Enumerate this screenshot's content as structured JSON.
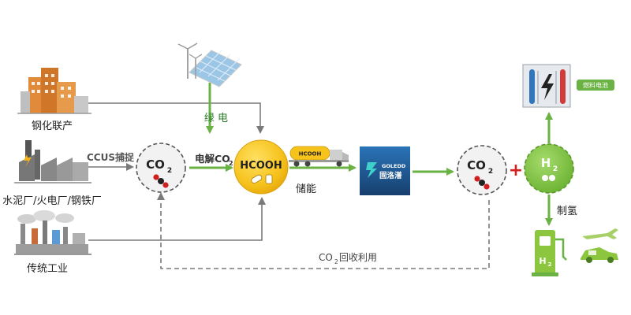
{
  "sources": {
    "steel_chem": "钢化联产",
    "cement_power_steel": "水泥厂/火电厂/钢铁厂",
    "traditional_industry": "传统工业"
  },
  "flow": {
    "ccus_capture": "CCUS捕捉",
    "green_power": "绿  电",
    "electrolysis_prefix": "电解CO",
    "electrolysis_sub": "2",
    "energy_storage": "储能",
    "recycle_prefix": "CO",
    "recycle_sub": "2",
    "recycle_suffix": "回收利用",
    "hydrogen_production": "制氢"
  },
  "nodes": {
    "co2_left_main": "CO",
    "co2_left_sub": "2",
    "hcooh": "HCOOH",
    "truck_label": "HCOOH",
    "co2_right_main": "CO",
    "co2_right_sub": "2",
    "plus": "+",
    "h2_main": "H",
    "h2_sub": "2",
    "pump_h2_main": "H",
    "pump_h2_sub": "2"
  },
  "brand": {
    "name_en": "GOLEDD",
    "name_cn": "固洛潽"
  },
  "fuel_cell": {
    "label": "燃料电池"
  },
  "colors": {
    "green_arrow": "#6ab243",
    "gray_line": "#7a7a7a",
    "gold": "#f6c21c",
    "brand_blue": "#1f5f9c",
    "plus_red": "#d62020",
    "h2_green": "#7cc142"
  }
}
